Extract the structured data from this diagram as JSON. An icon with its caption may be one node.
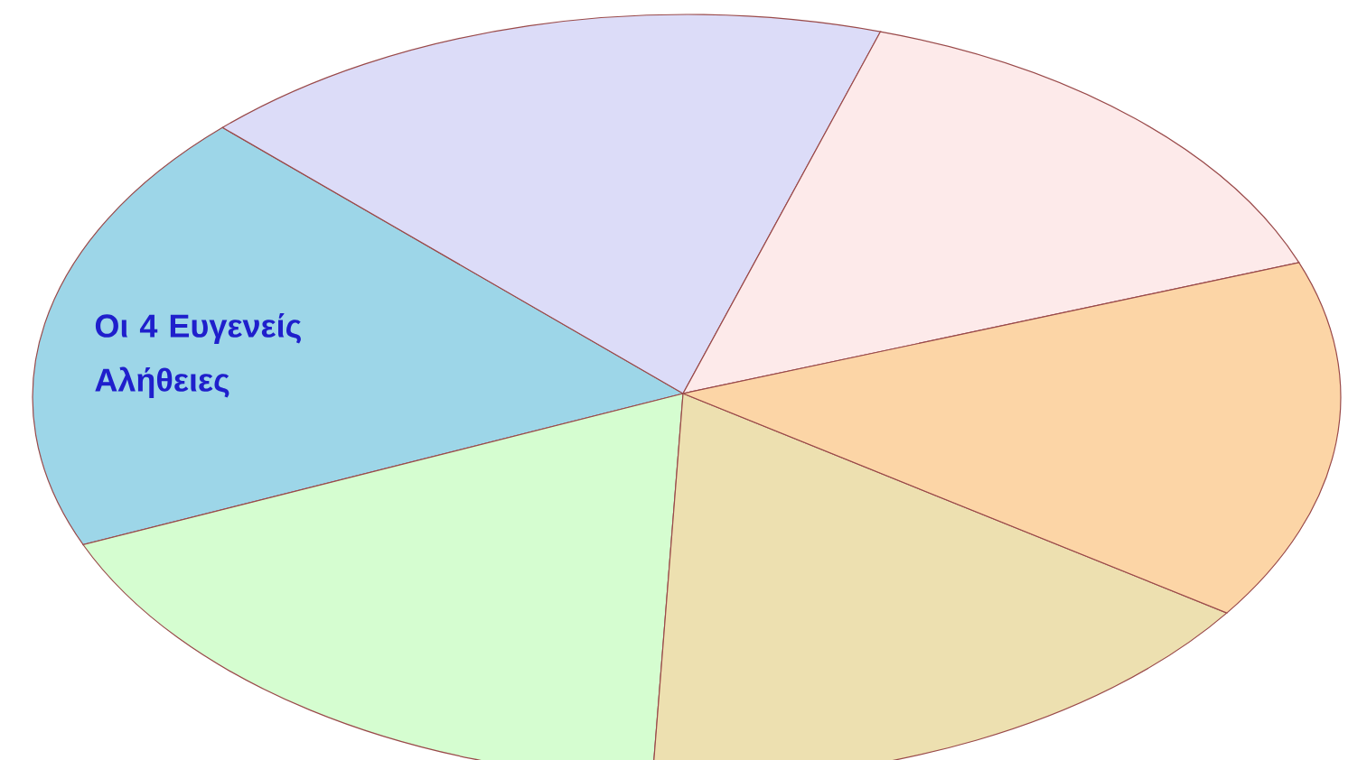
{
  "diagram": {
    "nodes": [
      {
        "text": [
          "Οι 4 Ευγενείς Αλήθειες"
        ]
      },
      {
        "text": [],
        "shape": "wedge"
      },
      {
        "text": [],
        "shape": "wedge"
      },
      {
        "text": [],
        "shape": "wedge"
      },
      {
        "text": [],
        "shape": "wedge"
      },
      {
        "text": [],
        "shape": "wedge"
      }
    ]
  }
}
